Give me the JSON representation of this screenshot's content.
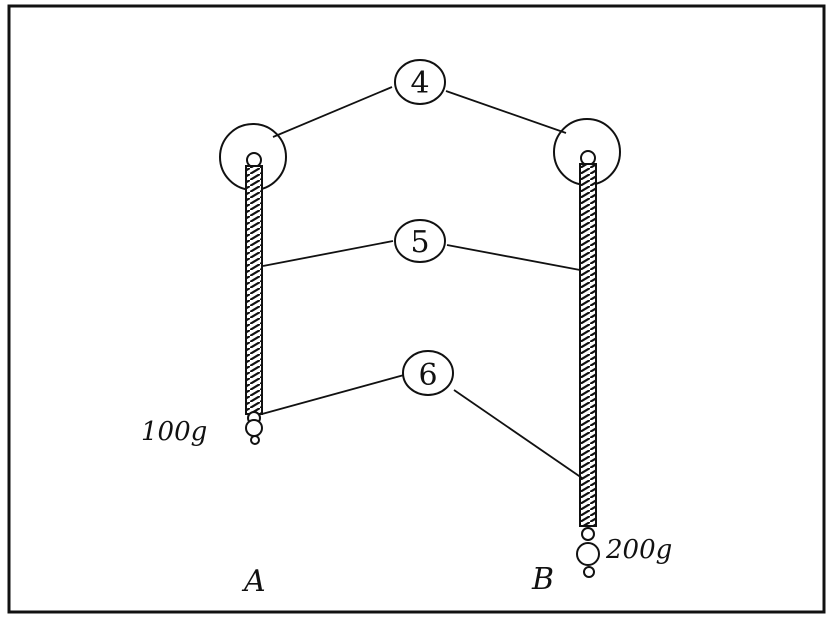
{
  "diagram": {
    "callouts": [
      {
        "id": "pulley",
        "label": "4"
      },
      {
        "id": "spring",
        "label": "5"
      },
      {
        "id": "weight",
        "label": "6"
      }
    ],
    "masses": {
      "left": "100g",
      "right": "200g"
    },
    "setups": {
      "left": "A",
      "right": "B"
    },
    "colors": {
      "ink": "#111111",
      "paper": "#ffffff"
    }
  }
}
